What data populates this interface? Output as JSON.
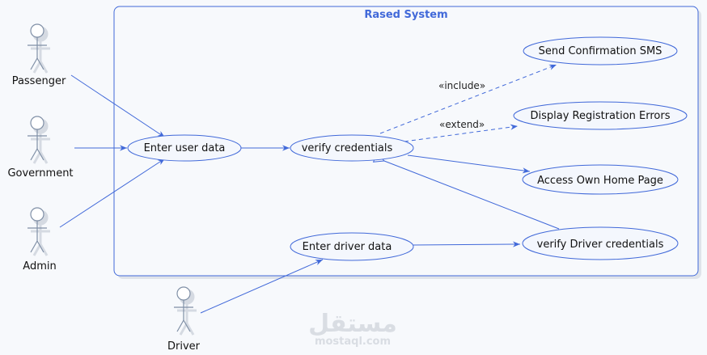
{
  "diagram": {
    "system_title": "Rased System",
    "actors": [
      {
        "id": "passenger",
        "label": "Passenger"
      },
      {
        "id": "government",
        "label": "Government"
      },
      {
        "id": "admin",
        "label": "Admin"
      },
      {
        "id": "driver",
        "label": "Driver"
      }
    ],
    "use_cases": [
      {
        "id": "enter-user-data",
        "label": "Enter user data"
      },
      {
        "id": "verify-credentials",
        "label": "verify credentials"
      },
      {
        "id": "send-sms",
        "label": "Send Confirmation SMS"
      },
      {
        "id": "display-errors",
        "label": "Display Registration Errors"
      },
      {
        "id": "access-home",
        "label": "Access Own Home Page"
      },
      {
        "id": "enter-driver-data",
        "label": "Enter driver data"
      },
      {
        "id": "verify-driver",
        "label": "verify Driver credentials"
      }
    ],
    "relations": [
      {
        "id": "include",
        "label": "«include»"
      },
      {
        "id": "extend",
        "label": "«extend»"
      }
    ],
    "colors": {
      "line": "#4169d9",
      "ellipse_fill": "#f4f7fd",
      "ellipse_stroke": "#4169d9",
      "system_fill": "#f7f9fc",
      "actor_fill": "#ffffff",
      "actor_stroke": "#7f8fa6"
    }
  },
  "watermark": {
    "main": "مستقل",
    "sub": "mostaql.com"
  }
}
